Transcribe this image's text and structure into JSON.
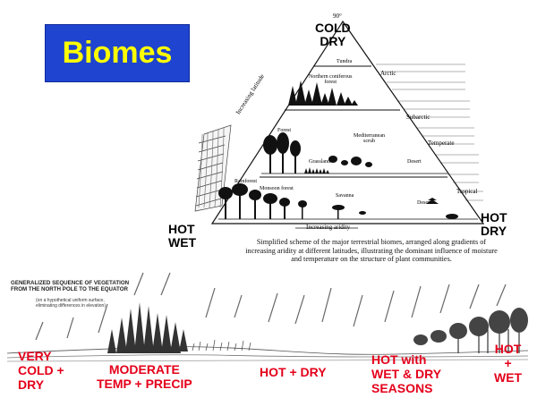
{
  "slide": {
    "title": "Biomes"
  },
  "pyramid": {
    "apex_label": "90°",
    "corner_labels": {
      "top": "COLD\nDRY",
      "bottom_left": "HOT\nWET",
      "bottom_right": "HOT\nDRY"
    },
    "side_labels": {
      "left": "Increasing latitude",
      "bottom": "Increasing aridity"
    },
    "zone_labels": {
      "arctic": "Arctic",
      "subarctic": "Subarctic",
      "temperate": "Temperate",
      "tropical": "Tropical"
    },
    "biome_labels": {
      "tundra": "Tundra",
      "northern_coniferous": "Northern coniferous\nforest",
      "forest": "Forest",
      "mediterranean": "Mediterranean\nscrub",
      "grassland": "Grassland",
      "desert_temperate": "Desert",
      "rainforest": "Rainforest",
      "monsoon": "Monsoon forest",
      "savanna": "Savanna",
      "desert_tropical": "Desert"
    },
    "caption": "Simplified scheme of the major terrestrial biomes, arranged along gradients of increasing aridity at different latitudes, illustrating the dominant influence of moisture and temperature on the structure of plant communities."
  },
  "sequence": {
    "title": "GENERALIZED SEQUENCE OF VEGETATION\nFROM THE NORTH POLE TO THE EQUATOR",
    "subtitle": "(on a hypothetical uniform surface,\neliminating differences in elevation)",
    "red_labels": {
      "very_cold": "VERY\nCOLD +\nDRY",
      "moderate": "MODERATE\nTEMP + PRECIP",
      "hot_dry": "HOT + DRY",
      "hot_wet_dry": "HOT with\nWET & DRY\nSEASONS",
      "hot_wet": "HOT\n+\nWET"
    }
  },
  "colors": {
    "title_bg": "#1f44cf",
    "title_text": "#ffff00",
    "annotation_red": "#e4001b"
  }
}
